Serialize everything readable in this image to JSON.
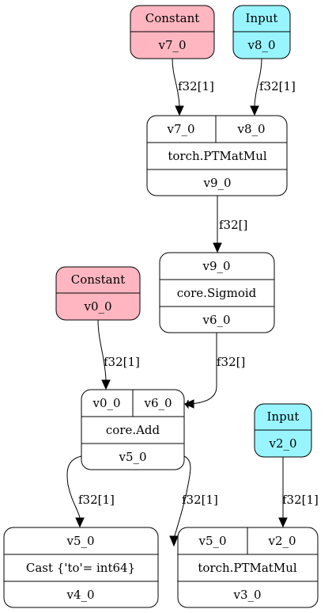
{
  "colors": {
    "constant": "#ffb6c1",
    "input": "#98f5ff",
    "op": "#ffffff",
    "stroke": "#000000"
  },
  "nodes": {
    "v7_const": {
      "kind": "Constant",
      "name": "v7_0"
    },
    "v8_input": {
      "kind": "Input",
      "name": "v8_0"
    },
    "matmul_top": {
      "inputs": [
        "v7_0",
        "v8_0"
      ],
      "op": "torch.PTMatMul",
      "output": "v9_0"
    },
    "sigmoid": {
      "input": "v9_0",
      "op": "core.Sigmoid",
      "output": "v6_0"
    },
    "v0_const": {
      "kind": "Constant",
      "name": "v0_0"
    },
    "add": {
      "inputs": [
        "v0_0",
        "v6_0"
      ],
      "op": "core.Add",
      "output": "v5_0"
    },
    "v2_input": {
      "kind": "Input",
      "name": "v2_0"
    },
    "cast": {
      "input": "v5_0",
      "op": "Cast {'to'= int64}",
      "output": "v4_0"
    },
    "matmul_bottom": {
      "inputs": [
        "v5_0",
        "v2_0"
      ],
      "op": "torch.PTMatMul",
      "output": "v3_0"
    }
  },
  "edges": {
    "v7_to_matmul": "f32[1]",
    "v8_to_matmul": "f32[1]",
    "matmul_to_sigmoid": "f32[]",
    "v0_to_add": "f32[1]",
    "sigmoid_to_add": "f32[]",
    "add_to_cast": "f32[1]",
    "add_to_matmul": "f32[1]",
    "v2_to_matmul": "f32[1]"
  }
}
